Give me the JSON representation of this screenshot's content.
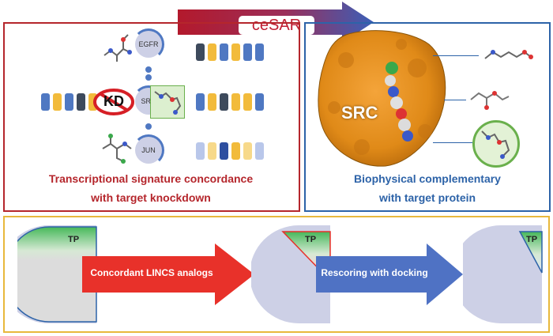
{
  "title": "ceSAR",
  "left_panel": {
    "genes": [
      "EGFR",
      "SRC",
      "JUN"
    ],
    "knockdown_label": "KD",
    "caption_line1": "Transcriptional signature concordance",
    "caption_line2": "with target knockdown"
  },
  "right_panel": {
    "protein_label": "SRC",
    "caption_line1": "Biophysical complementary",
    "caption_line2": "with target protein"
  },
  "bottom_panel": {
    "step1_label": "Concordant LINCS analogs",
    "step2_label": "Rescoring with docking",
    "tp_label": "TP"
  },
  "colors": {
    "red": "#b5262c",
    "blue": "#2d63a8",
    "yellow": "#e8b83c",
    "bar_blue": "#4f78c2",
    "bar_yellow": "#f2bb3b",
    "bar_dark": "#3d4a5c",
    "protein_orange": "#e88f1c"
  }
}
